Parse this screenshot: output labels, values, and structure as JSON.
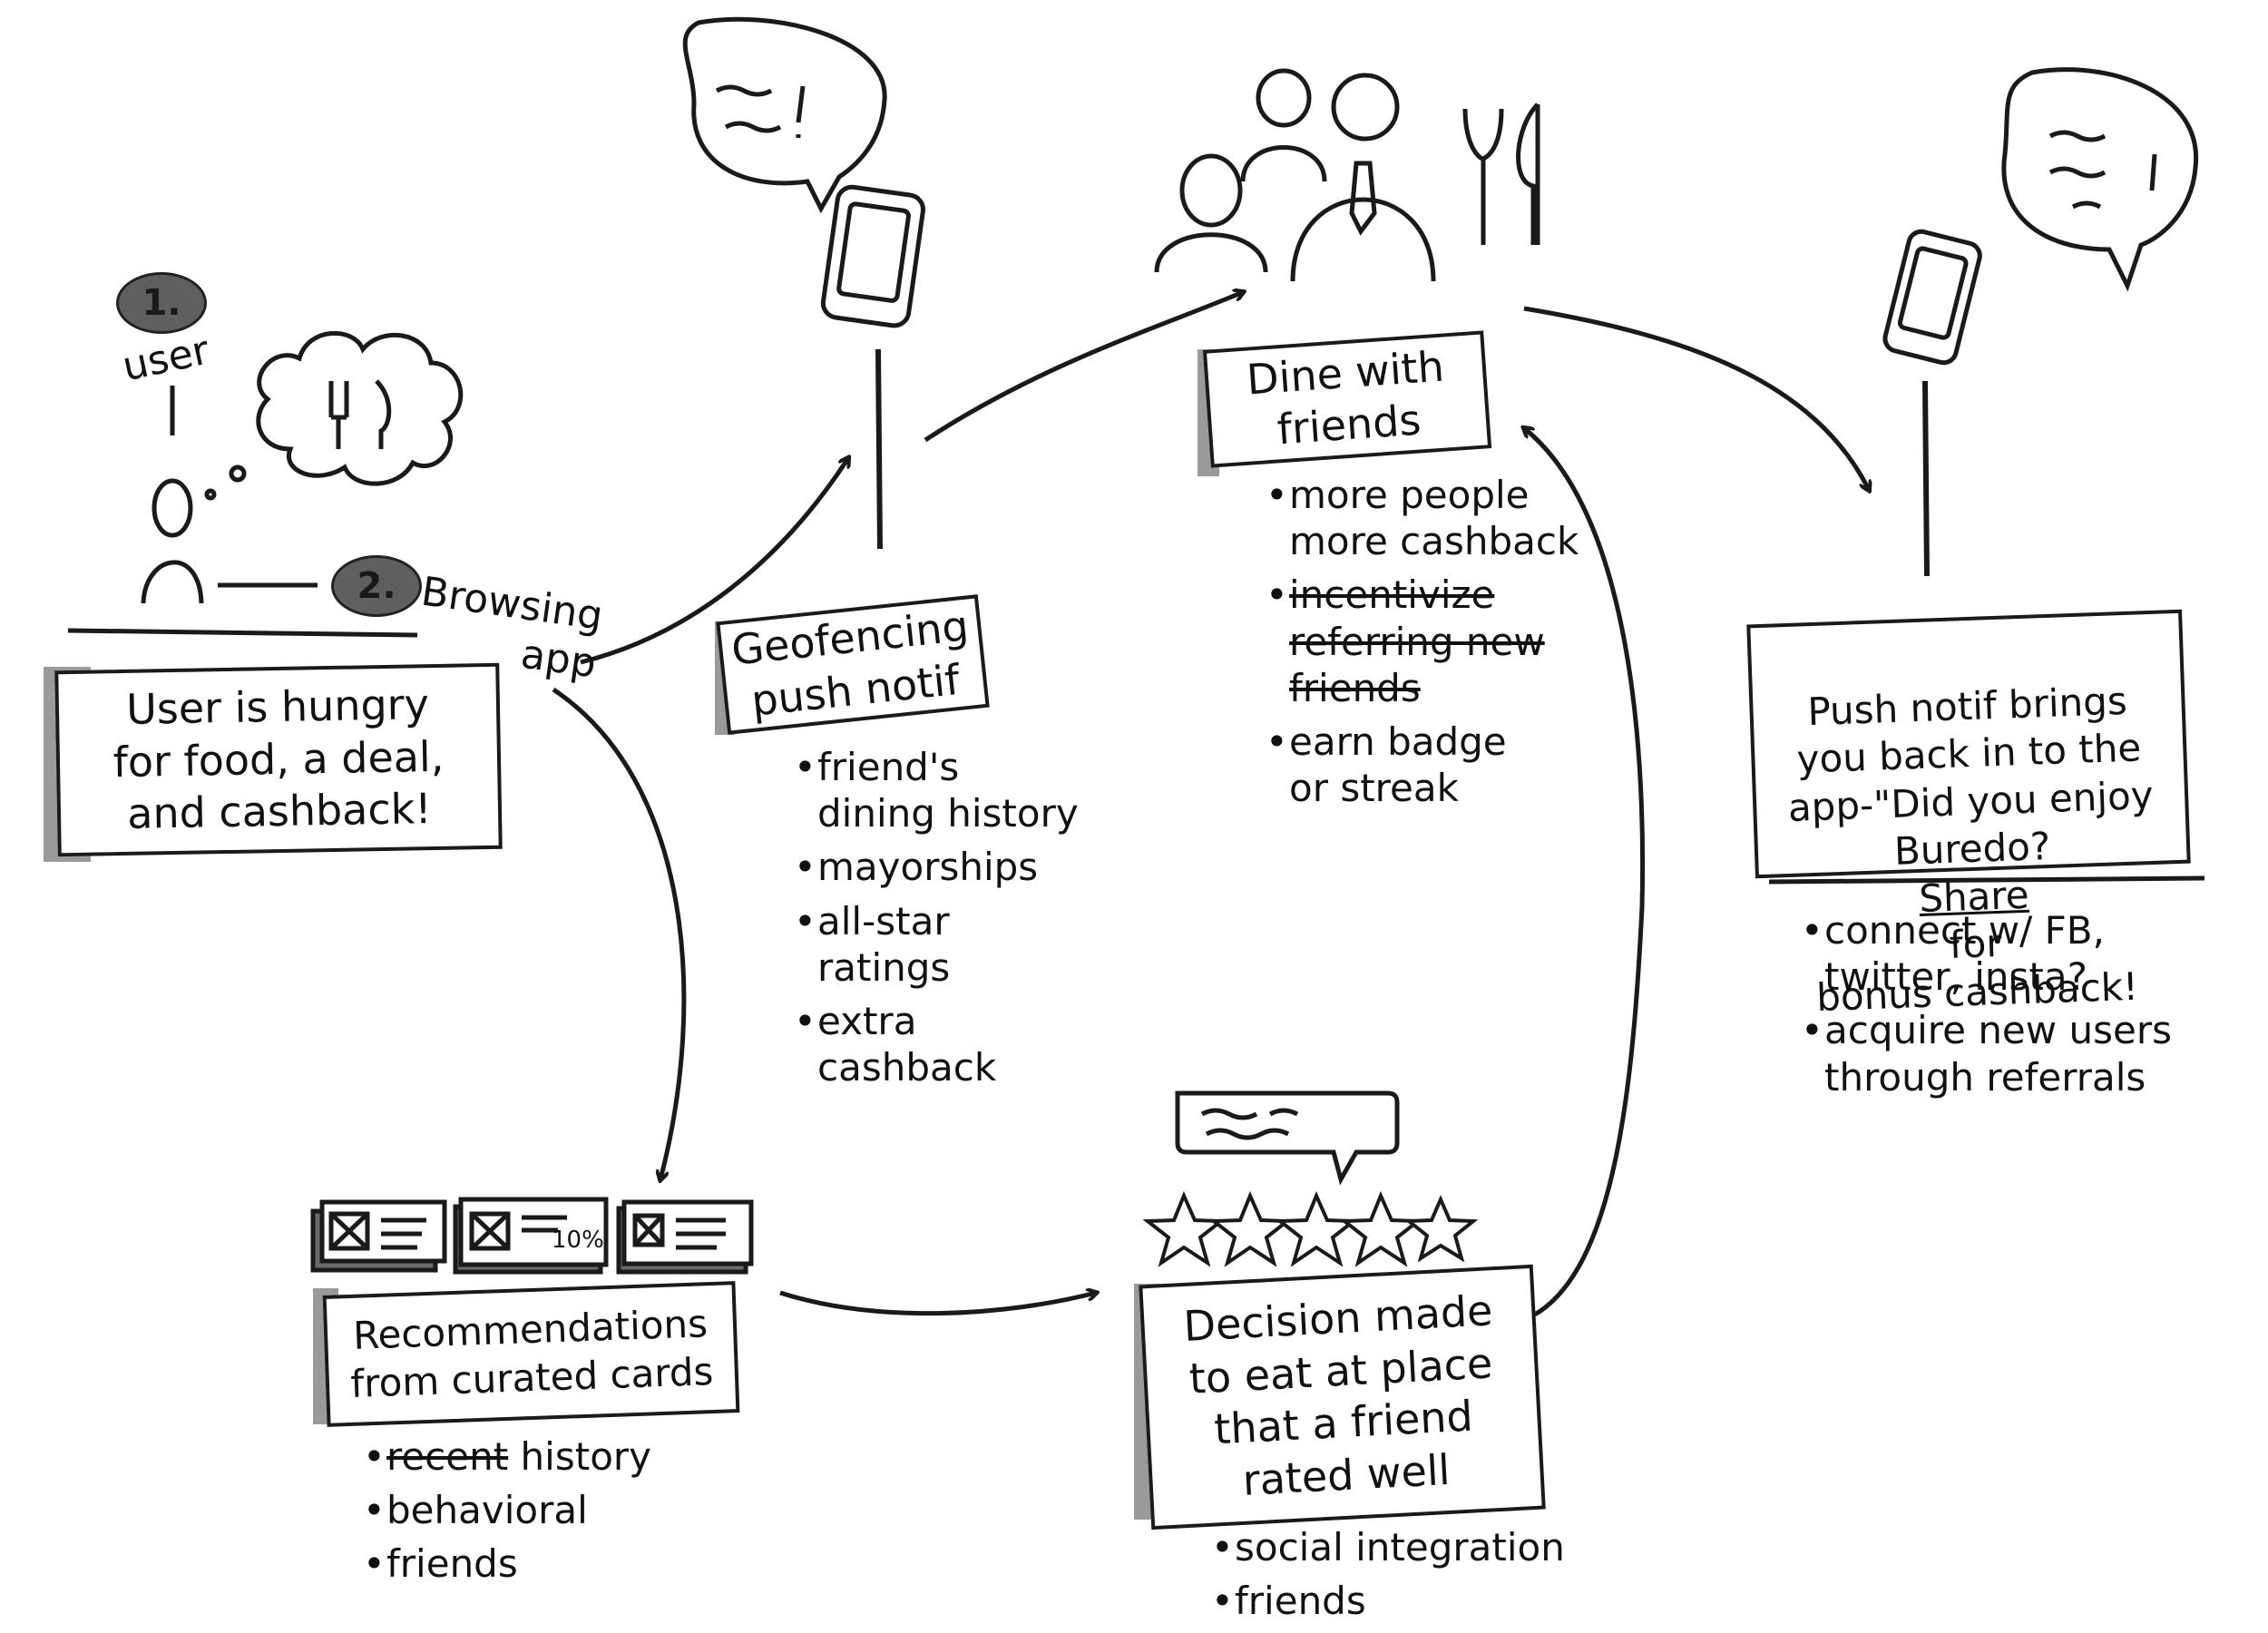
{
  "step_badges": [
    "1.",
    "2."
  ],
  "user_label": "user",
  "browsing_label": "Browsing\napp",
  "box_hungry": "User is hungry\nfor food, a deal,\nand cashback!",
  "box_geofencing": "Geofencing\npush notif",
  "box_dine": "Dine with\nfriends",
  "box_push": "Push notif brings\nyou back in to the\napp-\"Did you enjoy\nBuredo?",
  "box_push_share": "Share",
  "box_push_tail": "for\nbonus cashback!",
  "box_recommendations": "Recommendations\nfrom curated cards",
  "box_decision": "Decision made\nto eat at place\nthat a friend\nrated well",
  "card_label": "10%",
  "geofencing_bullets": [
    "friend's\ndining history",
    "mayorships",
    "all-star\nratings",
    "extra cashback"
  ],
  "dine_bullets": [
    {
      "text": "more people\nmore cashback",
      "strike": false
    },
    {
      "text": "incentivize\nreferring new\nfriends",
      "strike": true
    },
    {
      "text": "earn badge\nor streak",
      "strike": false
    }
  ],
  "push_bullets": [
    "connect w/ FB,\ntwitter, insta?",
    "acquire new users\nthrough referrals"
  ],
  "recommendation_bullets": [
    {
      "strike": "recent",
      "text": " history"
    },
    {
      "strike": "",
      "text": "behavioral"
    },
    {
      "strike": "",
      "text": "friends"
    }
  ],
  "decision_bullets": [
    "social integration",
    "friends"
  ],
  "colors": {
    "ink": "#1a1a1a",
    "shadow": "#9a9a9a",
    "badge": "#5f5f5f"
  }
}
